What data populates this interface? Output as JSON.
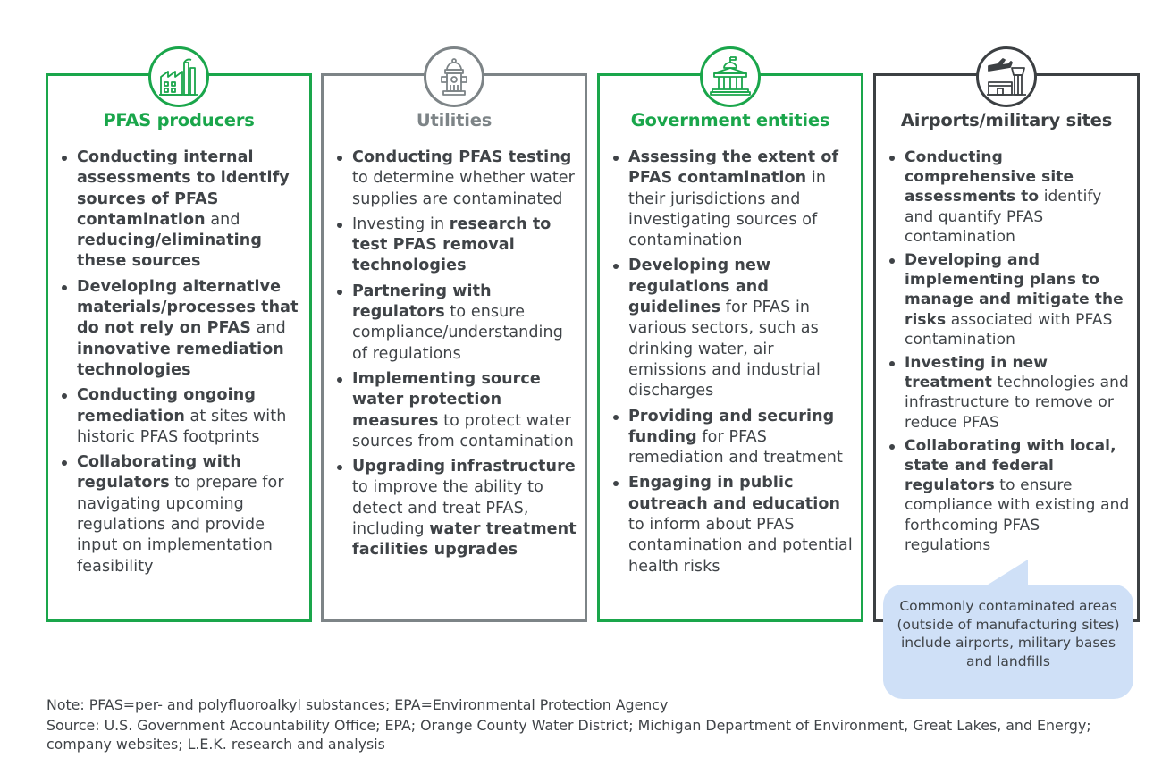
{
  "columns": [
    {
      "title": "PFAS producers",
      "icon": "factory-icon",
      "items": [
        {
          "bold": "Conducting internal assessments to identify sources of PFAS contamination",
          "rest": " and ",
          "bold2": "reducing/eliminating these sources",
          "rest2": ""
        },
        {
          "bold": "Developing alternative materials/processes that do not rely on PFAS",
          "rest": " and ",
          "bold2": "innovative remediation technologies",
          "rest2": ""
        },
        {
          "bold": "Conducting ongoing remediation",
          "rest": " at sites with historic PFAS footprints",
          "bold2": "",
          "rest2": ""
        },
        {
          "bold": "Collaborating with regulators",
          "rest": " to prepare for navigating upcoming regulations and provide input on implementation feasibility",
          "bold2": "",
          "rest2": ""
        }
      ]
    },
    {
      "title": "Utilities",
      "icon": "fire-hydrant-icon",
      "items": [
        {
          "pre": "",
          "bold": "Conducting PFAS testing",
          "rest": " to determine whether water supplies are contaminated"
        },
        {
          "pre": "Investing in ",
          "bold": "research to test PFAS removal technologies",
          "rest": ""
        },
        {
          "pre": "",
          "bold": "Partnering with regulators",
          "rest": " to ensure compliance/understanding of regulations"
        },
        {
          "pre": "",
          "bold": "Implementing source water protection measures",
          "rest": " to protect water sources from contamination"
        },
        {
          "pre": "",
          "bold": "Upgrading infrastructure",
          "rest": " to improve the ability to detect and treat PFAS, including ",
          "bold2": "water treatment facilities upgrades"
        }
      ]
    },
    {
      "title": "Government entities",
      "icon": "government-building-icon",
      "items": [
        {
          "bold": "Assessing the extent of PFAS contamination",
          "rest": " in their jurisdictions and investigating sources of contamination"
        },
        {
          "bold": "Developing new regulations and guidelines",
          "rest": " for PFAS in various sectors, such as drinking water, air emissions and industrial discharges"
        },
        {
          "bold": "Providing and securing funding",
          "rest": " for PFAS remediation and treatment"
        },
        {
          "bold": "Engaging in public outreach and education",
          "rest": " to inform about PFAS contamination and potential health risks"
        }
      ]
    },
    {
      "title": "Airports/military sites",
      "icon": "airport-tower-icon",
      "items": [
        {
          "bold": "Conducting comprehensive site assessments to",
          "rest": " identify and quantify PFAS contamination"
        },
        {
          "bold": "Developing and implementing plans to manage and mitigate the risks",
          "rest": " associated with PFAS contamination"
        },
        {
          "bold": "Investing in new treatment",
          "rest": " technologies and infrastructure to remove or reduce PFAS"
        },
        {
          "bold": "Collaborating with local, state and federal regulators",
          "rest": " to ensure compliance with existing and forthcoming PFAS regulations"
        }
      ]
    }
  ],
  "callout": "Commonly contaminated areas (outside of manufacturing sites) include airports, military bases and landfills",
  "note": "Note: PFAS=per- and polyfluoroalkyl substances; EPA=Environmental Protection Agency",
  "source": "Source: U.S. Government Accountability Office; EPA; Orange County Water District; Michigan Department of Environment, Great Lakes, and Energy; company websites; L.E.K. research and analysis",
  "colors": {
    "green": "#1aa64b",
    "gray": "#7d8487",
    "dark": "#3c4043",
    "callout": "#cfe0f7",
    "text": "#3f4347"
  }
}
